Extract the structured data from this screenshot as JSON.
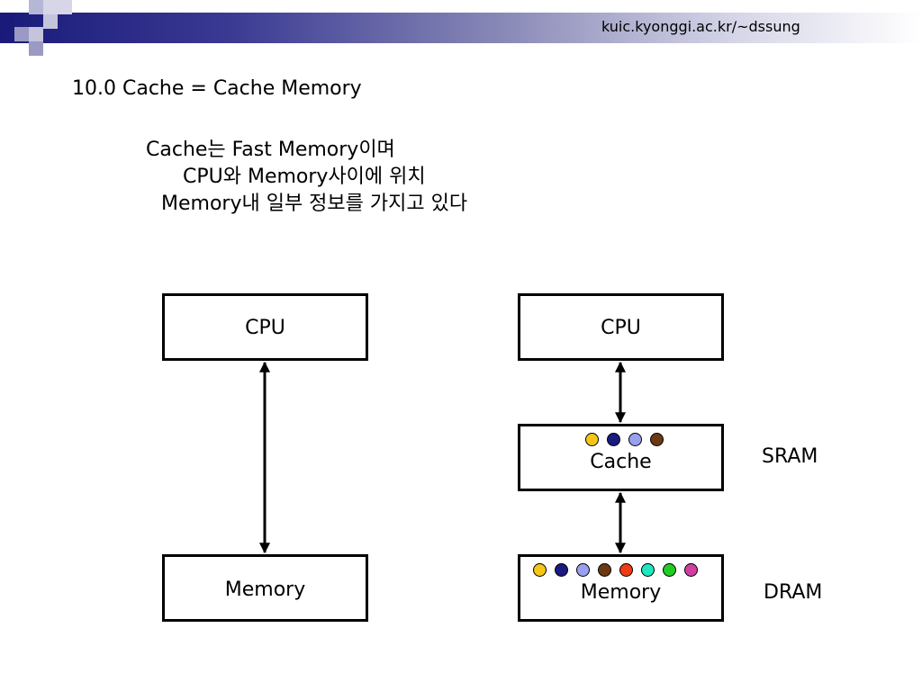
{
  "header": {
    "url": "kuic.kyonggi.ac.kr/~dssung",
    "accent_color": "#1a1a7a"
  },
  "title": "10.0 Cache = Cache Memory",
  "description": {
    "line1": "Cache는 Fast Memory이며",
    "line2": "CPU와 Memory사이에 위치",
    "line3": "Memory내 일부 정보를 가지고 있다"
  },
  "diagram_left": {
    "cpu_label": "CPU",
    "memory_label": "Memory"
  },
  "diagram_right": {
    "cpu_label": "CPU",
    "cache_label": "Cache",
    "memory_label": "Memory",
    "sram_label": "SRAM",
    "dram_label": "DRAM",
    "cache_dot_colors": [
      "#f5c518",
      "#1a1a80",
      "#9aa0f0",
      "#6b3a12"
    ],
    "memory_dot_colors": [
      "#f5c518",
      "#1a1a80",
      "#9aa0f0",
      "#6b3a12",
      "#f03c14",
      "#1fe8c0",
      "#22cc22",
      "#d040a0"
    ]
  }
}
